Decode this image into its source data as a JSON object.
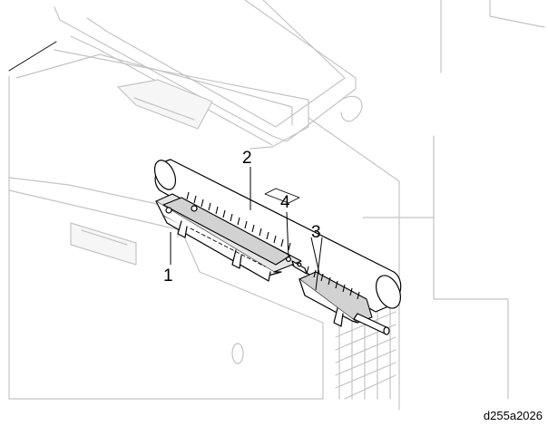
{
  "callouts": {
    "one": "1",
    "two": "2",
    "three": "3",
    "four": "4"
  },
  "figure_code": "d255a2026"
}
